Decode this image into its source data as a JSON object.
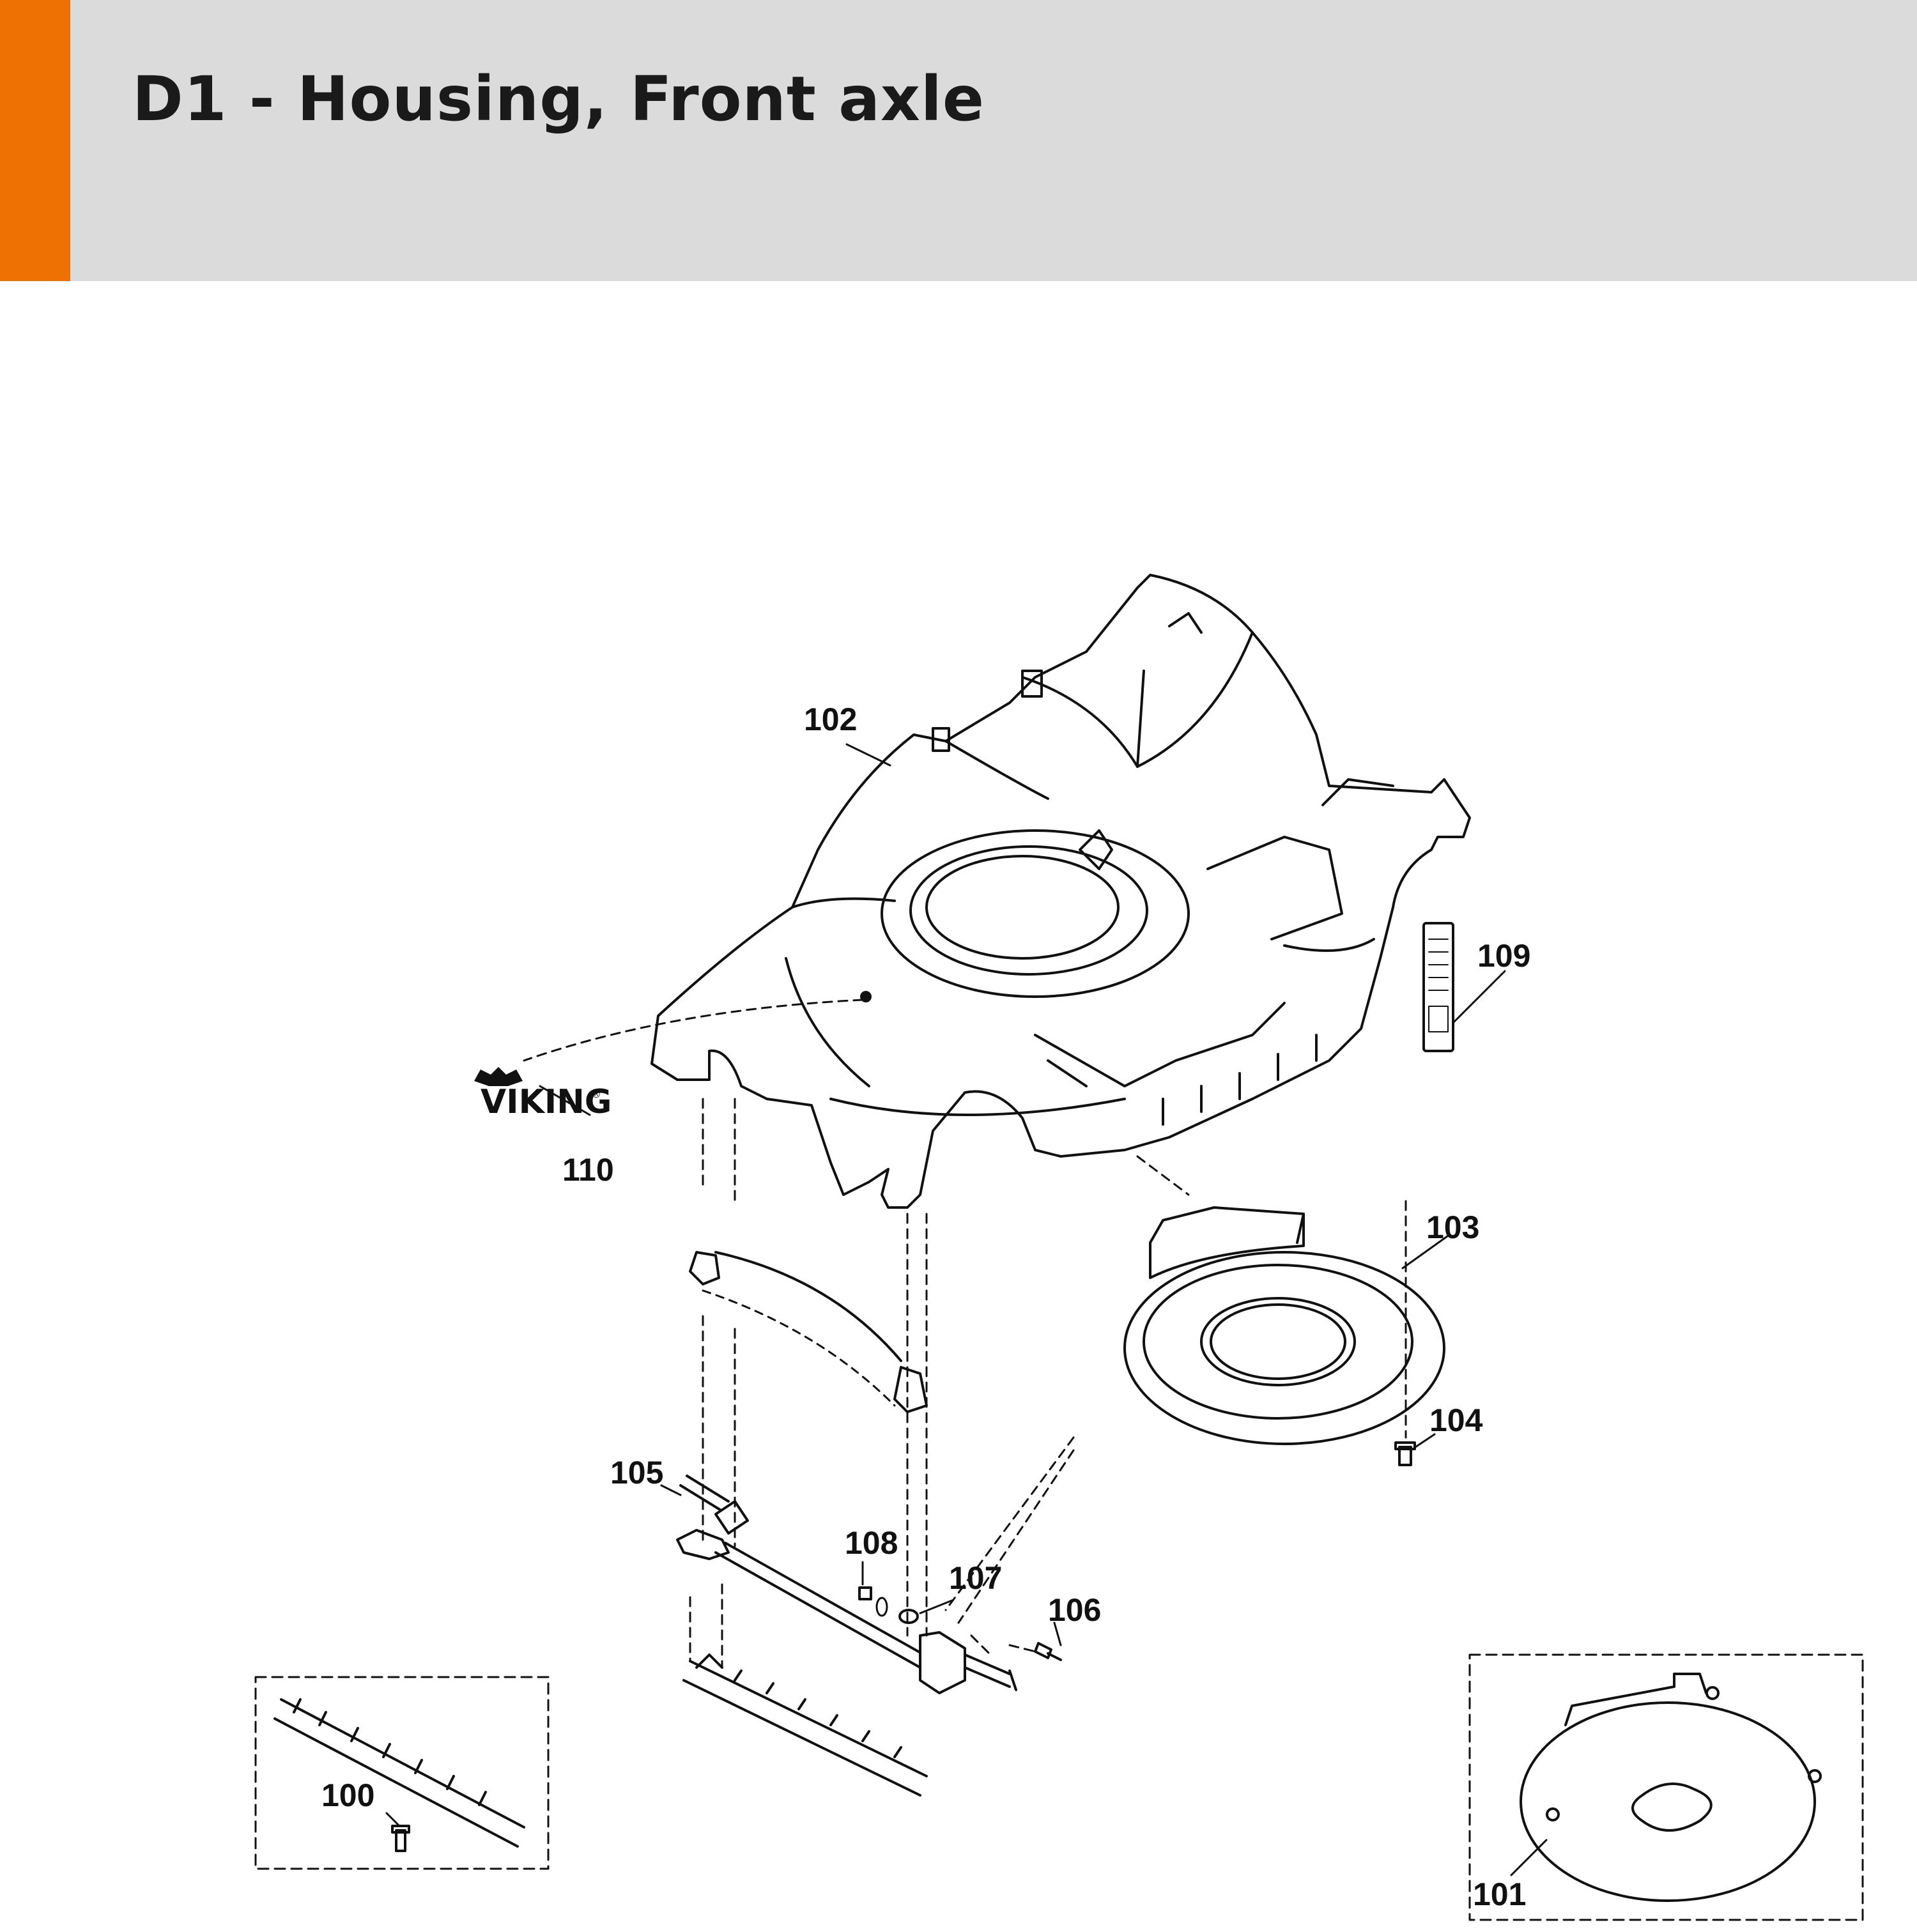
{
  "header": {
    "title": "D1 - Housing, Front axle",
    "accent_color": "#ee7203",
    "background_color": "#dadbda"
  },
  "logo": {
    "text": "VIKING",
    "mark": "®"
  },
  "callouts": [
    "102",
    "109",
    "110",
    "103",
    "104",
    "105",
    "108",
    "107",
    "106",
    "100",
    "101"
  ]
}
